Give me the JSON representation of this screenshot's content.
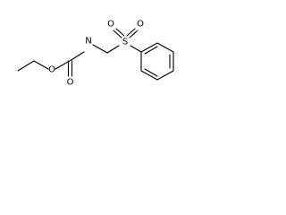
{
  "molecule": {
    "atoms": {
      "nitrogen": "N",
      "carbonyl_oxygen": "O",
      "ester_oxygen": "O",
      "sulfur": "S",
      "sulfonyl_oxygen_left": "O",
      "sulfonyl_oxygen_right": "O"
    }
  }
}
